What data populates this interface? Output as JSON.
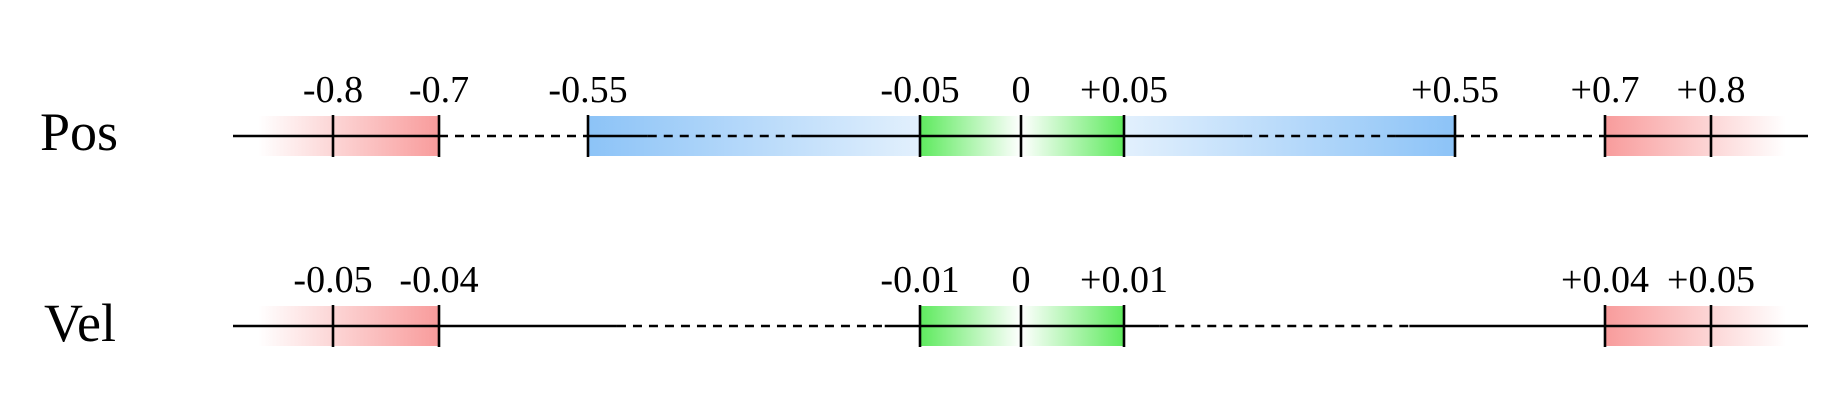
{
  "colors": {
    "red": "#f78a8a",
    "green": "#5eea5e",
    "blue": "#8cc3f7",
    "line": "#000000"
  },
  "rows": [
    {
      "label": "Pos",
      "ticks": [
        {
          "value": -0.8,
          "text": "-0.8"
        },
        {
          "value": -0.7,
          "text": "-0.7"
        },
        {
          "value": -0.55,
          "text": "-0.55"
        },
        {
          "value": -0.05,
          "text": "-0.05"
        },
        {
          "value": 0,
          "text": "0"
        },
        {
          "value": 0.05,
          "text": "+0.05"
        },
        {
          "value": 0.55,
          "text": "+0.55"
        },
        {
          "value": 0.7,
          "text": "+0.7"
        },
        {
          "value": 0.8,
          "text": "+0.8"
        }
      ],
      "bands": [
        {
          "kind": "red-out-left",
          "from": -0.8,
          "to": -0.7
        },
        {
          "kind": "blue-left",
          "from": -0.55,
          "to": -0.05
        },
        {
          "kind": "green-left",
          "from": -0.05,
          "to": 0
        },
        {
          "kind": "green-right",
          "from": 0,
          "to": 0.05
        },
        {
          "kind": "blue-right",
          "from": 0.05,
          "to": 0.55
        },
        {
          "kind": "red-out-right",
          "from": 0.7,
          "to": 0.8
        }
      ],
      "line_segments": [
        {
          "style": "solid",
          "from": -0.9,
          "to": -0.7
        },
        {
          "style": "dashed",
          "from": -0.7,
          "to": -0.55
        },
        {
          "style": "solid",
          "from": -0.55,
          "to": -0.46
        },
        {
          "style": "dashed",
          "from": -0.46,
          "to": -0.23
        },
        {
          "style": "solid",
          "from": -0.23,
          "to": 0.23
        },
        {
          "style": "dashed",
          "from": 0.23,
          "to": 0.46
        },
        {
          "style": "solid",
          "from": 0.46,
          "to": 0.55
        },
        {
          "style": "dashed",
          "from": 0.55,
          "to": 0.7
        },
        {
          "style": "solid",
          "from": 0.7,
          "to": 0.9
        }
      ]
    },
    {
      "label": "Vel",
      "ticks": [
        {
          "value": -0.05,
          "text": "-0.05"
        },
        {
          "value": -0.04,
          "text": "-0.04"
        },
        {
          "value": -0.01,
          "text": "-0.01"
        },
        {
          "value": 0,
          "text": "0"
        },
        {
          "value": 0.01,
          "text": "+0.01"
        },
        {
          "value": 0.04,
          "text": "+0.04"
        },
        {
          "value": 0.05,
          "text": "+0.05"
        }
      ],
      "bands": [
        {
          "kind": "red-out-left",
          "from": -0.05,
          "to": -0.04
        },
        {
          "kind": "green-left",
          "from": -0.01,
          "to": 0
        },
        {
          "kind": "green-right",
          "from": 0,
          "to": 0.01
        },
        {
          "kind": "red-out-right",
          "from": 0.04,
          "to": 0.05
        }
      ],
      "line_segments": [
        {
          "style": "solid",
          "from": -0.06,
          "to": -0.0289
        },
        {
          "style": "dashed",
          "from": -0.0289,
          "to": -0.0122
        },
        {
          "style": "solid",
          "from": -0.0122,
          "to": 0.0122
        },
        {
          "style": "dashed",
          "from": 0.0122,
          "to": 0.0278
        },
        {
          "style": "solid",
          "from": 0.0278,
          "to": 0.06
        }
      ]
    }
  ]
}
